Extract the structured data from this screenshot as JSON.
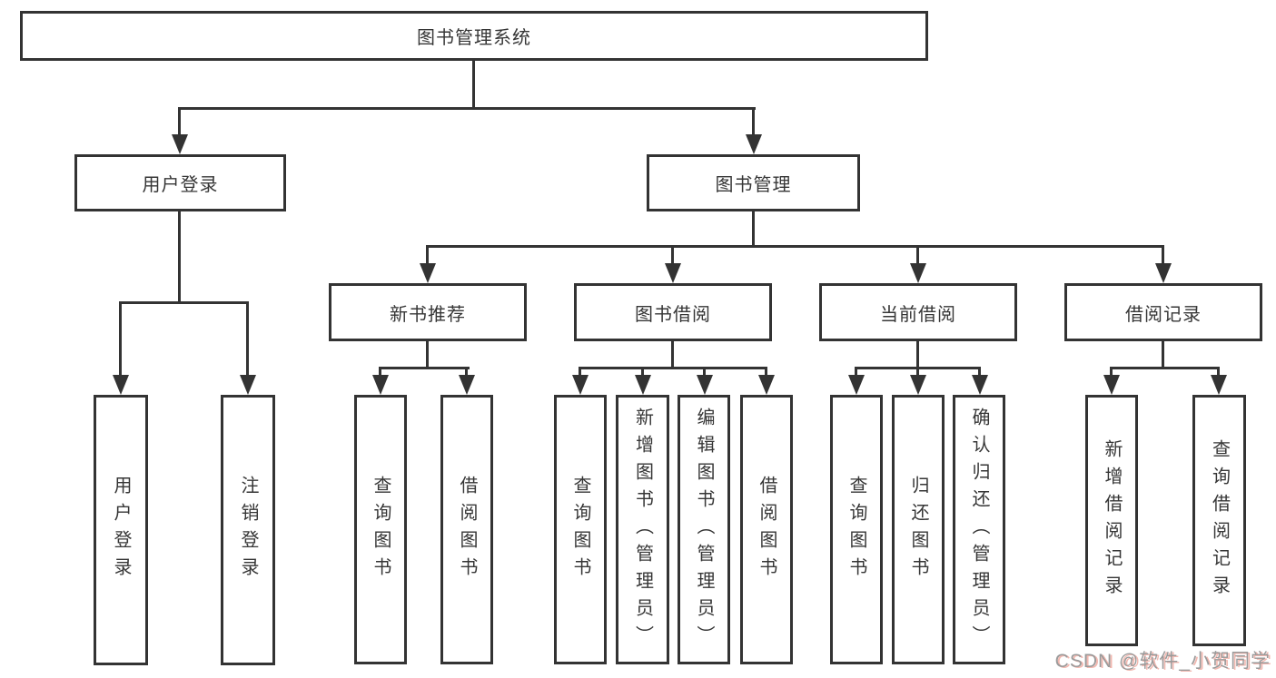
{
  "diagram": {
    "title_node": {
      "label": "图书管理系统"
    },
    "level2": [
      {
        "label": "用户登录"
      },
      {
        "label": "图书管理"
      }
    ],
    "level3": [
      {
        "label": "新书推荐"
      },
      {
        "label": "图书借阅"
      },
      {
        "label": "当前借阅"
      },
      {
        "label": "借阅记录"
      }
    ],
    "leaves": {
      "user_login": [
        {
          "label": "用户登录"
        },
        {
          "label": "注销登录"
        }
      ],
      "new_books": [
        {
          "label": "查询图书"
        },
        {
          "label": "借阅图书"
        }
      ],
      "book_borrow": [
        {
          "label": "查询图书"
        },
        {
          "label": "新增图书（管理员）"
        },
        {
          "label": "编辑图书（管理员）"
        },
        {
          "label": "借阅图书"
        }
      ],
      "current_borrow": [
        {
          "label": "查询图书"
        },
        {
          "label": "归还图书"
        },
        {
          "label": "确认归还（管理员）"
        }
      ],
      "borrow_records": [
        {
          "label": "新增借阅记录"
        },
        {
          "label": "查询借阅记录"
        }
      ]
    },
    "colors": {
      "line": "#333333",
      "text": "#363636",
      "background": "#ffffff",
      "watermark_gray": "#9a9a9a",
      "watermark_pink": "#f2b8b0"
    }
  },
  "watermark": {
    "text": "CSDN @软件_小贺同学"
  }
}
